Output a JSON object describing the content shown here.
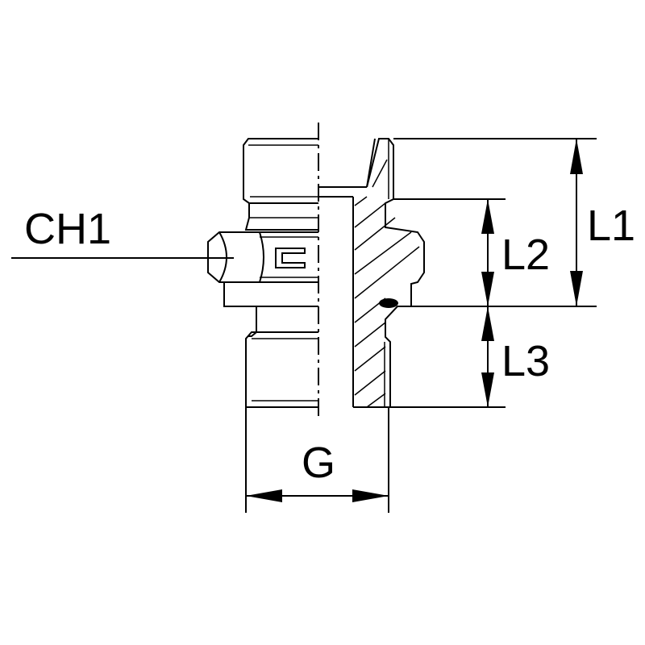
{
  "diagram": {
    "labels": {
      "hex": "CH1",
      "total_length": "L1",
      "upper_length": "L2",
      "lower_length": "L3",
      "thread": "G"
    },
    "colors": {
      "line": "#000000",
      "background": "#ffffff"
    }
  }
}
